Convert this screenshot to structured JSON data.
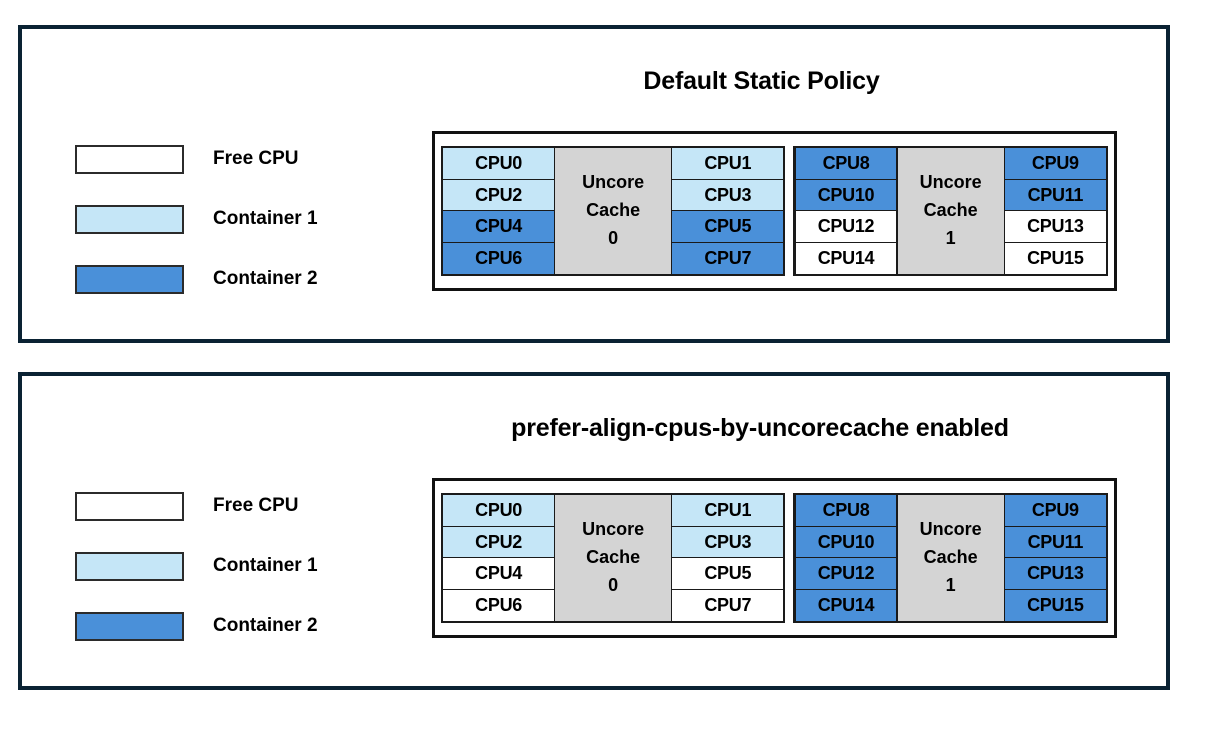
{
  "panels": [
    {
      "title": "Default Static Policy",
      "legend": [
        {
          "label": "Free CPU",
          "swatch": "free",
          "color": "#ffffff"
        },
        {
          "label": "Container 1",
          "swatch": "c1",
          "color": "#c5e6f7"
        },
        {
          "label": "Container 2",
          "swatch": "c2",
          "color": "#4a90d9"
        }
      ],
      "groups": [
        {
          "cache_label_line1": "Uncore",
          "cache_label_line2": "Cache",
          "cache_label_line3": "0",
          "left_column": [
            {
              "label": "CPU0",
              "state": "c1"
            },
            {
              "label": "CPU2",
              "state": "c1"
            },
            {
              "label": "CPU4",
              "state": "c2"
            },
            {
              "label": "CPU6",
              "state": "c2"
            }
          ],
          "right_column": [
            {
              "label": "CPU1",
              "state": "c1"
            },
            {
              "label": "CPU3",
              "state": "c1"
            },
            {
              "label": "CPU5",
              "state": "c2"
            },
            {
              "label": "CPU7",
              "state": "c2"
            }
          ]
        },
        {
          "cache_label_line1": "Uncore",
          "cache_label_line2": "Cache",
          "cache_label_line3": "1",
          "left_column": [
            {
              "label": "CPU8",
              "state": "c2"
            },
            {
              "label": "CPU10",
              "state": "c2"
            },
            {
              "label": "CPU12",
              "state": "free"
            },
            {
              "label": "CPU14",
              "state": "free"
            }
          ],
          "right_column": [
            {
              "label": "CPU9",
              "state": "c2"
            },
            {
              "label": "CPU11",
              "state": "c2"
            },
            {
              "label": "CPU13",
              "state": "free"
            },
            {
              "label": "CPU15",
              "state": "free"
            }
          ]
        }
      ]
    },
    {
      "title": "prefer-align-cpus-by-uncorecache enabled",
      "legend": [
        {
          "label": "Free CPU",
          "swatch": "free",
          "color": "#ffffff"
        },
        {
          "label": "Container 1",
          "swatch": "c1",
          "color": "#c5e6f7"
        },
        {
          "label": "Container 2",
          "swatch": "c2",
          "color": "#4a90d9"
        }
      ],
      "groups": [
        {
          "cache_label_line1": "Uncore",
          "cache_label_line2": "Cache",
          "cache_label_line3": "0",
          "left_column": [
            {
              "label": "CPU0",
              "state": "c1"
            },
            {
              "label": "CPU2",
              "state": "c1"
            },
            {
              "label": "CPU4",
              "state": "free"
            },
            {
              "label": "CPU6",
              "state": "free"
            }
          ],
          "right_column": [
            {
              "label": "CPU1",
              "state": "c1"
            },
            {
              "label": "CPU3",
              "state": "c1"
            },
            {
              "label": "CPU5",
              "state": "free"
            },
            {
              "label": "CPU7",
              "state": "free"
            }
          ]
        },
        {
          "cache_label_line1": "Uncore",
          "cache_label_line2": "Cache",
          "cache_label_line3": "1",
          "left_column": [
            {
              "label": "CPU8",
              "state": "c2"
            },
            {
              "label": "CPU10",
              "state": "c2"
            },
            {
              "label": "CPU12",
              "state": "c2"
            },
            {
              "label": "CPU14",
              "state": "c2"
            }
          ],
          "right_column": [
            {
              "label": "CPU9",
              "state": "c2"
            },
            {
              "label": "CPU11",
              "state": "c2"
            },
            {
              "label": "CPU13",
              "state": "c2"
            },
            {
              "label": "CPU15",
              "state": "c2"
            }
          ]
        }
      ]
    }
  ],
  "colors": {
    "panel_border": "#0a2233",
    "free_cpu": "#ffffff",
    "container_1": "#c5e6f7",
    "container_2": "#4a90d9",
    "uncore_cache": "#d4d4d4",
    "cell_border": "#1a1a1a"
  }
}
